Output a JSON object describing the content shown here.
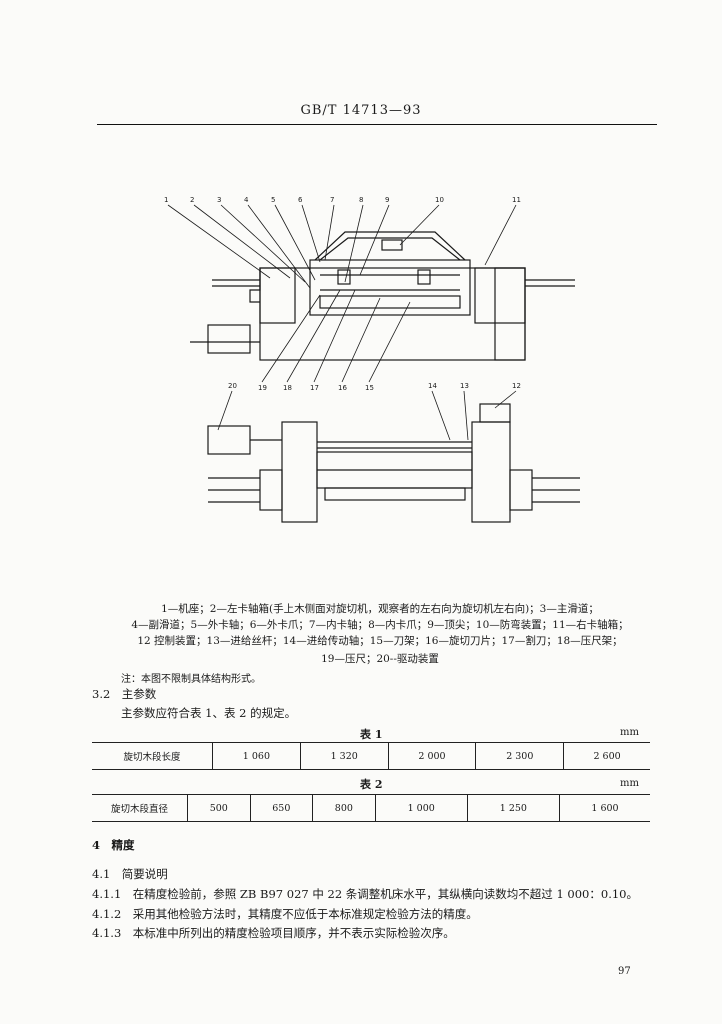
{
  "header": {
    "standard": "GB/T 14713—93"
  },
  "figure": {
    "top_labels": [
      "1",
      "2",
      "3",
      "4",
      "5",
      "6",
      "7",
      "8",
      "9",
      "10",
      "11"
    ],
    "bottom_labels": [
      "19",
      "18",
      "17",
      "16",
      "15"
    ],
    "plan_labels": [
      "20",
      "14",
      "13",
      "12"
    ],
    "caption_lines": [
      "1—机座；2—左卡轴箱(手上木侧面对旋切机，观察者的左右向为旋切机左右向)；3—主滑道；",
      "4—副滑道；5—外卡轴；6—外卡爪；7—内卡轴；8—内卡爪；9—顶尖；10—防弯装置；11—右卡轴箱；",
      "12 控制装置；13—进给丝杆；14—进给传动轴；15—刀架；16—旋切刀片；17—割刀；18—压尺架；",
      "19—压尺；20--驱动装置"
    ],
    "note": "注：本图不限制具体结构形式。"
  },
  "section_3_2": {
    "title": "3.2　主参数",
    "text": "主参数应符合表 1、表 2 的规定。"
  },
  "table1": {
    "title": "表 1",
    "unit": "mm",
    "label": "旋切木段长度",
    "values": [
      "1 060",
      "1 320",
      "2 000",
      "2 300",
      "2 600"
    ]
  },
  "table2": {
    "title": "表 2",
    "unit": "mm",
    "label": "旋切木段直径",
    "values": [
      "500",
      "650",
      "800",
      "1 000",
      "1 250",
      "1 600"
    ]
  },
  "section_4": {
    "title": "4　精度",
    "s4_1": "4.1　简要说明",
    "s4_1_1": "4.1.1　在精度检验前，参照 ZB B97 027 中 22 条调整机床水平，其纵横向读数均不超过 1 000：0.10。",
    "s4_1_2": "4.1.2　采用其他检验方法时，其精度不应低于本标准规定检验方法的精度。",
    "s4_1_3": "4.1.3　本标准中所列出的精度检验项目顺序，并不表示实际检验次序。"
  },
  "page_number": "97"
}
